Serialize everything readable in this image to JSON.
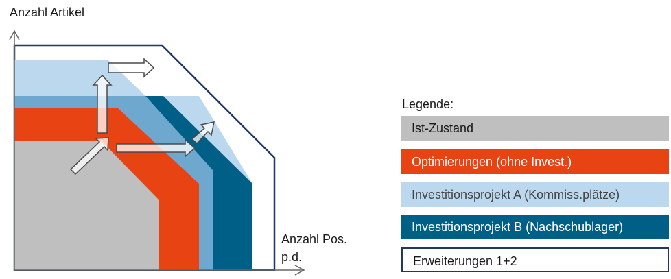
{
  "colors": {
    "ist": "#bfbfbf",
    "optimierung": "#e84313",
    "investA": "#bcd8ef",
    "investA_overlap": "#6fa8cf",
    "investB": "#005f87",
    "outline": "#1f3864",
    "arrow": "#4a4a4a",
    "axis": "#666666"
  },
  "axes": {
    "y_label": "Anzahl Artikel",
    "x_label": "Anzahl Pos.\np.d."
  },
  "legend": {
    "title": "Legende:",
    "items": [
      {
        "label": "Ist-Zustand",
        "bg": "#bfbfbf",
        "color": "#1a1a1a",
        "border": ""
      },
      {
        "label": "Optimierungen (ohne Invest.)",
        "bg": "#e84313",
        "color": "#ffffff",
        "border": ""
      },
      {
        "label": "Investitionsprojekt A (Kommiss.plätze)",
        "bg": "#bcd8ef",
        "color": "#444444",
        "border": ""
      },
      {
        "label": "Investitionsprojekt B (Nachschublager)",
        "bg": "#005f87",
        "color": "#ffffff",
        "border": ""
      },
      {
        "label": "Erweiterungen 1+2",
        "bg": "#ffffff",
        "color": "#1a1a1a",
        "border": "#1f3864"
      }
    ]
  }
}
